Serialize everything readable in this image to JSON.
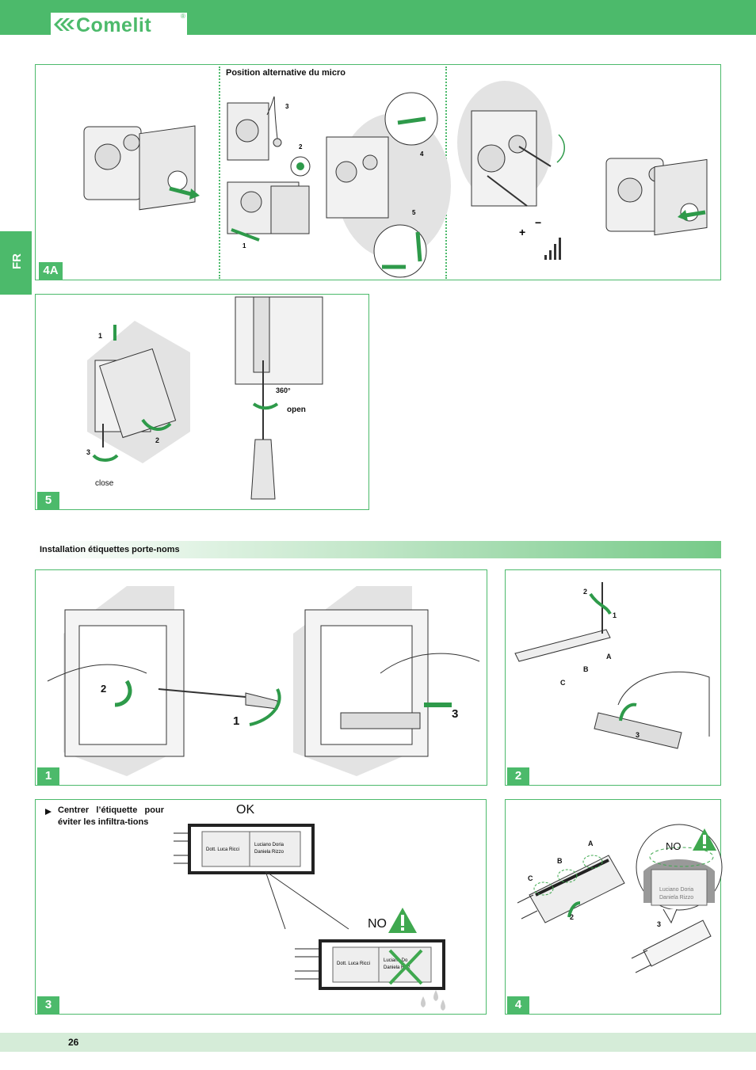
{
  "header": {
    "brand": "Comelit",
    "registered": "®"
  },
  "side_tab": {
    "lang": "FR"
  },
  "section_4a": {
    "label": "4A",
    "title": "Position alternative du micro",
    "steps": [
      "3",
      "2",
      "1",
      "4",
      "5"
    ]
  },
  "section_5": {
    "label": "5",
    "step1": "1",
    "step2": "2",
    "step3": "3",
    "close_label": "close",
    "rotation_label": "360°",
    "open_label": "open"
  },
  "banner": {
    "title": "Installation étiquettes porte-noms"
  },
  "panel_1": {
    "label": "1",
    "step1": "1",
    "step2": "2",
    "step3": "3"
  },
  "panel_2": {
    "label": "2",
    "step1": "1",
    "step2": "2",
    "step3": "3",
    "point_a": "A",
    "point_b": "B",
    "point_c": "C"
  },
  "panel_3": {
    "label": "3",
    "instruction": "Centrer l’étiquette pour éviter les infiltra-tions",
    "ok_label": "OK",
    "no_label": "NO",
    "name_left": "Dott. Luca Ricci",
    "name_right_1": "Luciano Doria",
    "name_right_2": "Daniela Rizzo",
    "no_name_left": "Dott. Luca Ricci",
    "no_name_right_1": "Luciano Do",
    "no_name_right_2": "Daniela Rizz"
  },
  "panel_4": {
    "label": "4",
    "no_label": "NO",
    "point_a": "A",
    "point_b": "B",
    "point_c": "C",
    "step2": "2",
    "step3": "3",
    "name_1": "Luciano Doria",
    "name_2": "Daniela Rizzo"
  },
  "footer": {
    "page_number": "26"
  },
  "colors": {
    "brand_green": "#4cba6b",
    "arrow_green": "#2e9a4a",
    "warning_green": "#3fa84f"
  }
}
